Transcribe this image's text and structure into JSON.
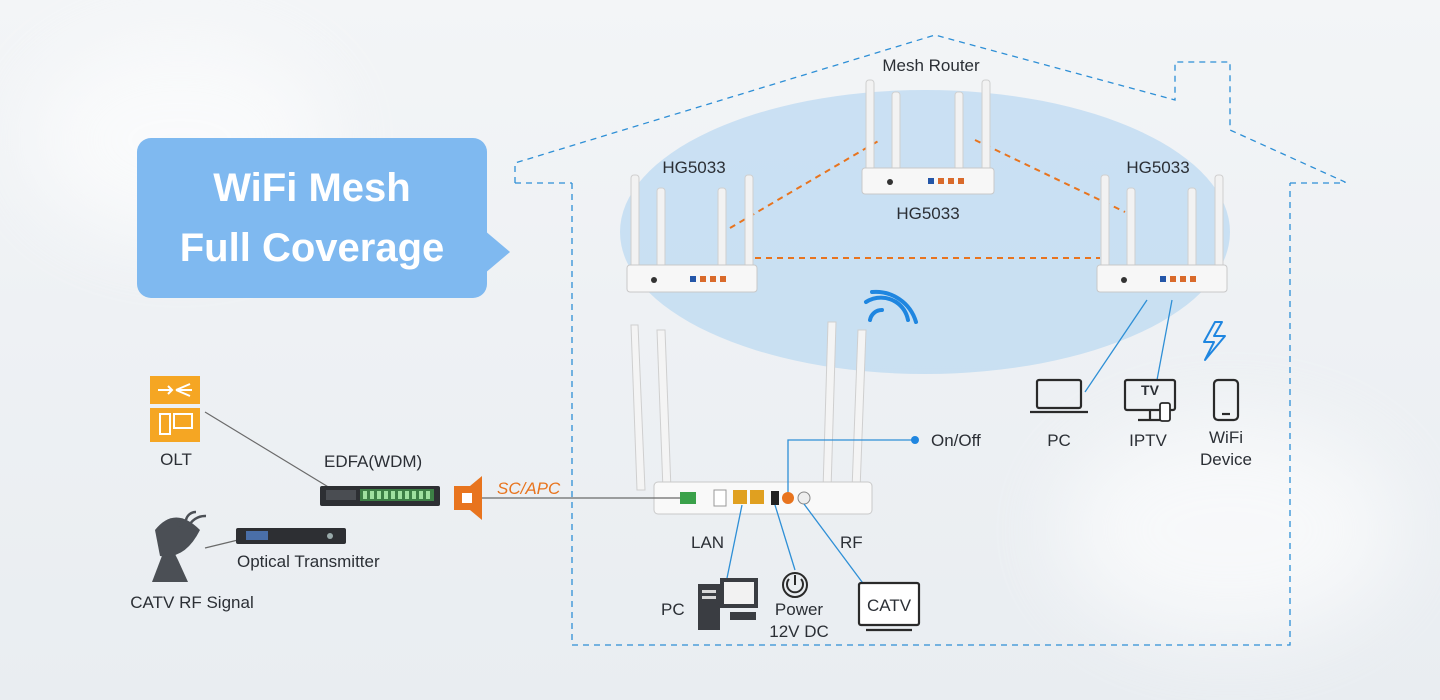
{
  "callout": {
    "line1": "WiFi Mesh",
    "line2": "Full Coverage"
  },
  "mesh": {
    "top_title": "Mesh Router",
    "top_model": "HG5033",
    "left_model": "HG5033",
    "right_model": "HG5033"
  },
  "left_side": {
    "olt": "OLT",
    "edfa": "EDFA(WDM)",
    "optical_transmitter": "Optical Transmitter",
    "catv_rf": "CATV RF Signal",
    "connector": "SC/APC"
  },
  "ont_ports": {
    "on_off": "On/Off",
    "lan": "LAN",
    "rf": "RF",
    "pc": "PC",
    "power_line1": "Power",
    "power_line2": "12V DC",
    "catv": "CATV"
  },
  "clients": {
    "pc": "PC",
    "iptv": "IPTV",
    "tv_icon_text": "TV",
    "wifi_device_line1": "WiFi",
    "wifi_device_line2": "Device"
  },
  "colors": {
    "accent_blue": "#7fb9f0",
    "orange": "#e8741e",
    "line_blue": "#2e8fd6",
    "coverage": "#bcd9f2"
  }
}
